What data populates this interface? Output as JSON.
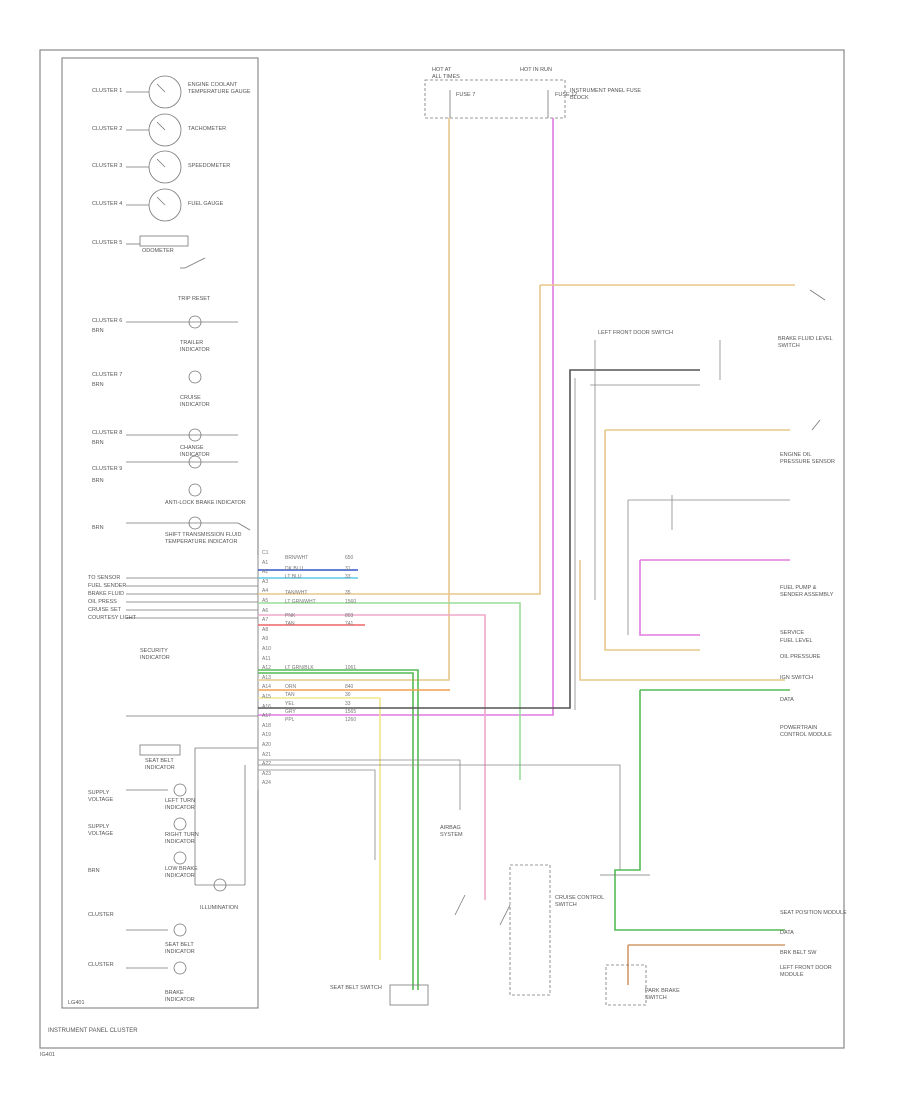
{
  "title": "INSTRUMENT PANEL CLUSTER",
  "cluster_footer": "LG401",
  "page_tag": "IG401",
  "colors": {
    "frame": "#6d6d6d",
    "pink": "#e07be0",
    "tan": "#e8c78a",
    "yellow": "#f0e58a",
    "green": "#55bb55",
    "lightgreen": "#99dd99",
    "blue": "#3355cc",
    "cyan": "#5ec8e8",
    "orange": "#f0a050",
    "red": "#ee6666",
    "gray": "#555555",
    "lightpink": "#f0a8c8"
  },
  "gauges": [
    {
      "left": "CLUSTER 1",
      "right": "ENGINE COOLANT TEMPERATURE GAUGE"
    },
    {
      "left": "CLUSTER 2",
      "right": "TACHOMETER"
    },
    {
      "left": "CLUSTER 3",
      "right": "SPEEDOMETER"
    },
    {
      "left": "CLUSTER 4",
      "right": "FUEL GAUGE"
    }
  ],
  "cluster_items": [
    {
      "left": "CLUSTER 5",
      "label": "ODOMETER"
    },
    {
      "left": "",
      "label": "TRIP RESET"
    },
    {
      "left": "CLUSTER 6",
      "sub": "BRN",
      "label": "TRAILER INDICATOR"
    },
    {
      "left": "CLUSTER 7",
      "sub": "BRN",
      "label": "CRUISE INDICATOR"
    },
    {
      "left": "CLUSTER 8",
      "sub": "BRN",
      "label": "CHANGE INDICATOR"
    },
    {
      "left": "CLUSTER 9",
      "sub": "BRN",
      "label": "ANTI-LOCK BRAKE INDICATOR"
    },
    {
      "left": "",
      "sub": "BRN",
      "label": "SHIFT TRANSMISSION FLUID TEMPERATURE INDICATOR"
    }
  ],
  "left_signals": [
    "TO SENSOR",
    "FUEL SENDER",
    "BRAKE FLUID",
    "OIL PRESS",
    "CRUISE SET",
    "COURTESY LIGHT"
  ],
  "lower_items": [
    {
      "left": "",
      "label": "SECURITY INDICATOR"
    },
    {
      "left": "",
      "label": "SEAT BELT INDICATOR"
    },
    {
      "left": "SUPPLY VOLTAGE",
      "label": "LEFT TURN INDICATOR"
    },
    {
      "left": "SUPPLY VOLTAGE",
      "label": "RIGHT TURN INDICATOR"
    },
    {
      "left": "BRN",
      "label": "LOW BRAKE INDICATOR"
    },
    {
      "left": "CLUSTER",
      "label": "ILLUMINATION"
    },
    {
      "left": "CLUSTER",
      "label": "SEAT BELT INDICATOR"
    },
    {
      "left": "",
      "label": "BRAKE INDICATOR"
    }
  ],
  "top_fuses": [
    {
      "name": "HOT AT ALL TIMES",
      "fuse": "FUSE 7"
    },
    {
      "name": "HOT IN RUN",
      "fuse": "FUSE 12"
    }
  ],
  "fuse_block": "INSTRUMENT PANEL FUSE BLOCK",
  "right_components": [
    "BRAKE FLUID LEVEL SWITCH",
    "LEFT FRONT DOOR SWITCH",
    "ENGINE OIL PRESSURE SENSOR",
    "FUEL PUMP & SENDER ASSEMBLY",
    "POWERTRAIN CONTROL MODULE",
    "SEAT POSITION MODULE",
    "LEFT FRONT DOOR MODULE"
  ],
  "right_pins": [
    "SERVICE",
    "FUEL LEVEL",
    "OIL PRESSURE",
    "IGN SWITCH",
    "DATA",
    "DATA",
    "BRK BELT SW"
  ],
  "bottom_components": [
    "AIRBAG SYSTEM",
    "CRUISE CONTROL SWITCH",
    "PARK BRAKE SWITCH",
    "SEAT BELT SWITCH"
  ],
  "connector_pins": [
    "C1",
    "A1",
    "A2",
    "A3",
    "A4",
    "A5",
    "A6",
    "A7",
    "A8",
    "A9",
    "A10",
    "A11",
    "A12",
    "A13",
    "A14",
    "A15",
    "A16",
    "A17",
    "A18",
    "A19",
    "A20",
    "A21",
    "A22",
    "A23",
    "A24"
  ],
  "wire_tags": [
    {
      "wire": "BRN/WHT",
      "pin": "650"
    },
    {
      "wire": "DK BLU",
      "pin": "31"
    },
    {
      "wire": "LT BLU",
      "pin": "33"
    },
    {
      "wire": "TAN/WHT",
      "pin": "35"
    },
    {
      "wire": "LT GRN/WHT",
      "pin": "1560"
    },
    {
      "wire": "PNK",
      "pin": "803"
    },
    {
      "wire": "TAN",
      "pin": "741"
    },
    {
      "wire": "LT GRN/BLK",
      "pin": "1061"
    },
    {
      "wire": "ORN",
      "pin": "840"
    },
    {
      "wire": "TAN",
      "pin": "30"
    },
    {
      "wire": "YEL",
      "pin": "33"
    },
    {
      "wire": "GRY",
      "pin": "1565"
    },
    {
      "wire": "PPL",
      "pin": "1260"
    }
  ]
}
